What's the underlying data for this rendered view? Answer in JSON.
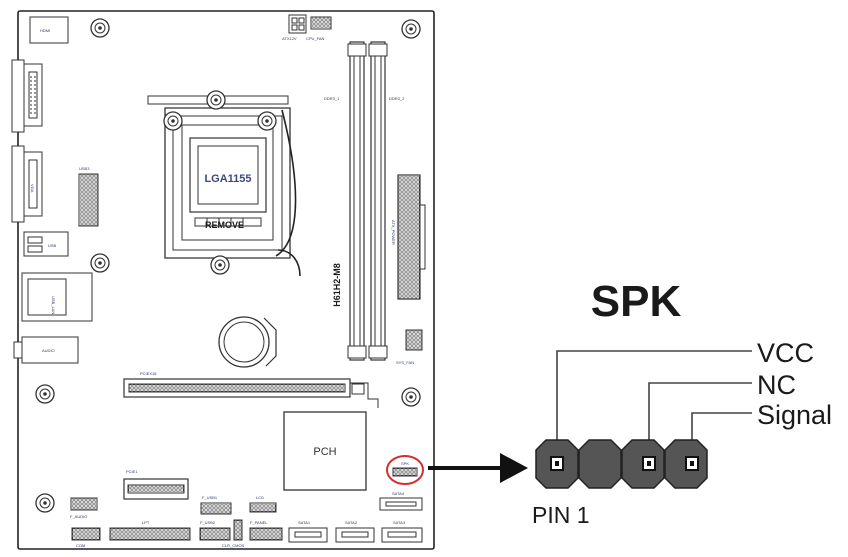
{
  "motherboard": {
    "cpu_socket": "LGA1155",
    "socket_remove": "REMOVE",
    "chipset": "PCH",
    "board_model": "H61H2-M8",
    "labels": {
      "rear_top": "HDMI",
      "atx12v": "ATX12V",
      "cpu_fan": "CPU_FAN",
      "dimm1": "DDR3_1",
      "dimm2": "DDR3_2",
      "usb3": "USB3",
      "vga": "VGA",
      "usb_port": "USB",
      "lan": "USB_LAN",
      "audio": "AUDIO",
      "atx_power": "ATX_POWER",
      "pcie16": "PCIEX16",
      "sys_fan": "SYS_FAN",
      "pcie1": "PCIE1",
      "spk": "SPK",
      "f_audio": "F_AUDIO",
      "lpt": "LPT",
      "f_usb1": "F_USB1",
      "f_usb2": "F_USB2",
      "lcd": "LCD",
      "f_panel": "F_PANEL",
      "clr_cmos": "CLR_CMOS",
      "com": "COM",
      "sata1": "SATA1",
      "sata2": "SATA2",
      "sata3": "SATA3",
      "sata4": "SATA4"
    }
  },
  "connector": {
    "title": "SPK",
    "pins": [
      "VCC",
      "NC",
      "Signal"
    ],
    "pin1_label": "PIN 1"
  },
  "colors": {
    "board_line": "#222222",
    "pin_fill": "#555555",
    "highlight": "#d23030"
  }
}
